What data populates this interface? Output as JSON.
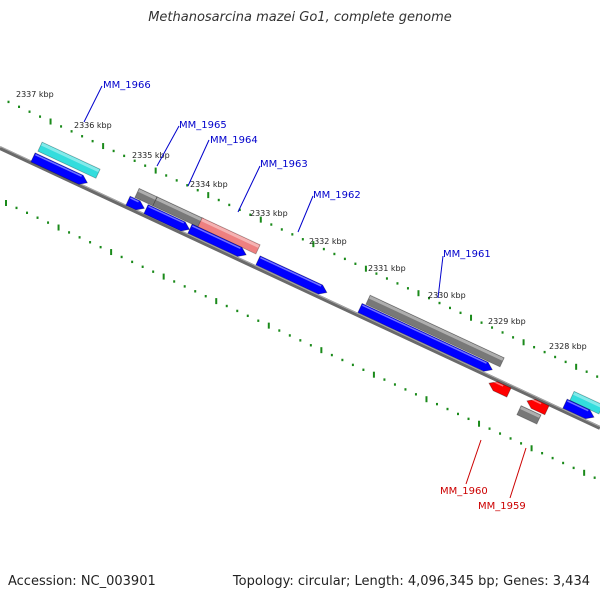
{
  "title": "Methanosarcina mazei Go1, complete genome",
  "footer": {
    "accession": "Accession: NC_003901",
    "topology": "Topology: circular; Length: 4,096,345 bp; Genes: 3,434"
  },
  "colors": {
    "backbone": "#808080",
    "ticks": "#1a8a1a",
    "cds": "#0000ff",
    "gene_gray": "#787878",
    "cyan": "#33dddd",
    "pink": "#ee8080",
    "red": "#ff0000",
    "label_blue": "#0000cc",
    "label_red": "#cc0000"
  },
  "scale_labels": [
    "2337 kbp",
    "2336 kbp",
    "2335 kbp",
    "2334 kbp",
    "2333 kbp",
    "2332 kbp",
    "2331 kbp",
    "2330 kbp",
    "2329 kbp",
    "2328 kbp"
  ],
  "gene_labels": [
    {
      "text": "MM_1966",
      "strand": "forward"
    },
    {
      "text": "MM_1965",
      "strand": "forward"
    },
    {
      "text": "MM_1964",
      "strand": "forward"
    },
    {
      "text": "MM_1963",
      "strand": "forward"
    },
    {
      "text": "MM_1962",
      "strand": "forward"
    },
    {
      "text": "MM_1961",
      "strand": "forward"
    },
    {
      "text": "MM_1960",
      "strand": "reverse"
    },
    {
      "text": "MM_1959",
      "strand": "reverse"
    }
  ]
}
